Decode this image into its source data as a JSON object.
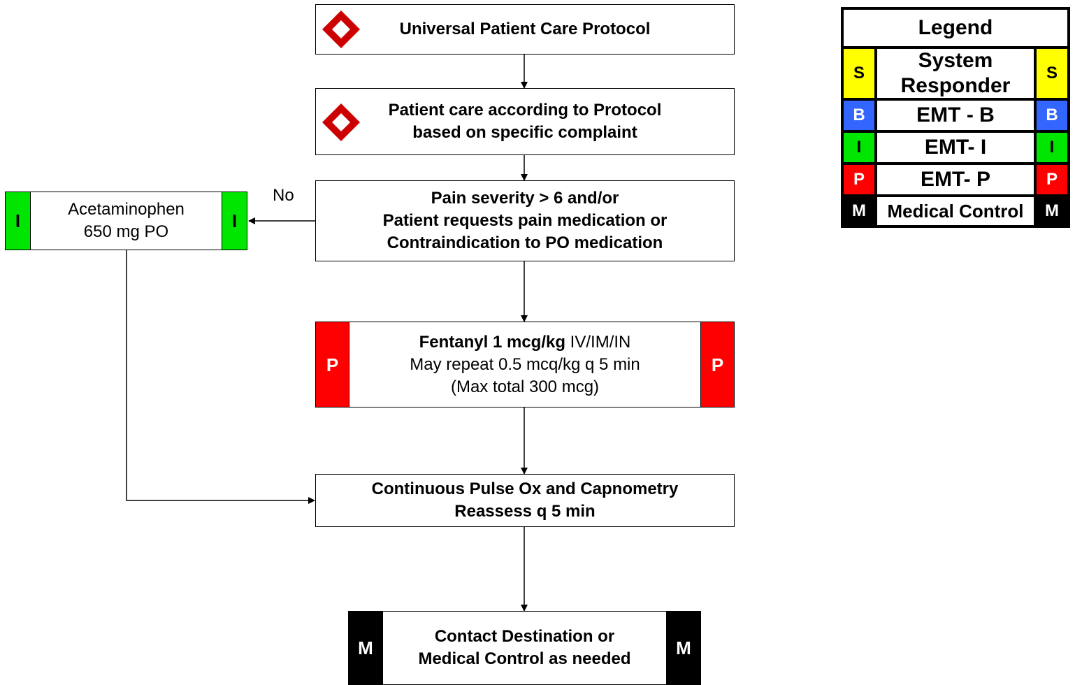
{
  "flowchart": {
    "universal_protocol": "Universal Patient Care Protocol",
    "patient_care": {
      "line1": "Patient care according to Protocol",
      "line2": "based on specific complaint"
    },
    "pain_decision": {
      "line1": "Pain severity > 6 and/or",
      "line2": "Patient requests pain medication or",
      "line3": "Contraindication to PO medication"
    },
    "no_label": "No",
    "acetaminophen": {
      "level": "I",
      "line1": "Acetaminophen",
      "line2": "650 mg PO"
    },
    "fentanyl": {
      "level": "P",
      "drug": "Fentanyl 1 mcg/kg",
      "route": " IV/IM/IN",
      "line2": "May repeat 0.5 mcq/kg q 5 min",
      "line3": "(Max total 300 mcg)"
    },
    "monitoring": {
      "line1": "Continuous Pulse Ox and Capnometry",
      "line2": "Reassess q 5 min"
    },
    "contact": {
      "level": "M",
      "line1": "Contact Destination or",
      "line2": "Medical Control as needed"
    }
  },
  "legend": {
    "title": "Legend",
    "rows": [
      {
        "code": "S",
        "name": "System Responder",
        "color": "#ffff00"
      },
      {
        "code": "B",
        "name": "EMT - B",
        "color": "#3366ff"
      },
      {
        "code": "I",
        "name": "EMT- I",
        "color": "#00e600"
      },
      {
        "code": "P",
        "name": "EMT- P",
        "color": "#ff0000"
      },
      {
        "code": "M",
        "name": "Medical Control",
        "color": "#000000"
      }
    ]
  },
  "colors": {
    "protocol_diamond": "#cc0000"
  }
}
